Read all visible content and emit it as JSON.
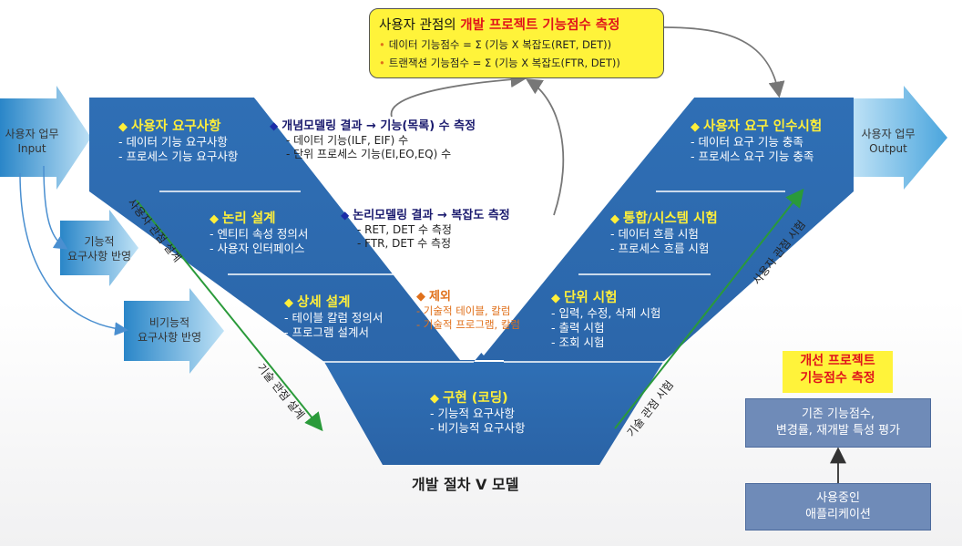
{
  "callout": {
    "title_prefix": "사용자 관점의 ",
    "title_emph": "개발 프로젝트 기능점수 측정",
    "bullets": [
      "데이터 기능점수 =  Σ (기능 X 복잡도(RET, DET))",
      "트랜잭션 기능점수 = Σ (기능 X 복잡도(FTR, DET))"
    ]
  },
  "input": {
    "line1": "사용자 업무",
    "line2": "Input"
  },
  "output": {
    "line1": "사용자 업무",
    "line2": "Output"
  },
  "side_arrows": {
    "functional": {
      "line1": "기능적",
      "line2": "요구사항 반영"
    },
    "nonfunctional": {
      "line1": "비기능적",
      "line2": "요구사항 반영"
    }
  },
  "left_stages": [
    {
      "title": "사용자 요구사항",
      "items": [
        "- 데이터 기능 요구사항",
        "- 프로세스 기능 요구사항"
      ]
    },
    {
      "title": "논리 설계",
      "items": [
        "- 엔티티 속성 정의서",
        "- 사용자 인터페이스"
      ]
    },
    {
      "title": "상세 설계",
      "items": [
        "- 테이블 칼럼 정의서",
        "- 프로그램 설계서"
      ]
    }
  ],
  "bottom_stage": {
    "title": "구현 (코딩)",
    "items": [
      "- 기능적 요구사항",
      "- 비기능적 요구사항"
    ]
  },
  "right_stages": [
    {
      "title": "사용자 요구 인수시험",
      "items": [
        "- 데이터 요구 기능 충족",
        "- 프로세스 요구 기능 충족"
      ]
    },
    {
      "title": "통합/시스템 시험",
      "items": [
        "- 데이터 흐름 시험",
        "- 프로세스 흐름 시험"
      ]
    },
    {
      "title": "단위 시험",
      "items": [
        "- 입력, 수정, 삭제 시험",
        "- 출력 시험",
        "- 조회 시험"
      ]
    }
  ],
  "middle_notes": {
    "conceptual": {
      "title": "개념모델링 결과 → 기능(목록) 수 측정",
      "items": [
        "- 데이터 기능(ILF, EIF) 수",
        "- 단위 프로세스 기능(EI,EO,EQ) 수"
      ]
    },
    "logical": {
      "title": "논리모델링 결과 → 복잡도 측정",
      "items": [
        "- RET, DET 수 측정",
        "- FTR, DET 수 측정"
      ]
    },
    "excluded": {
      "title": "제외",
      "items": [
        "- 기술적 테이블, 칼럼",
        "- 기술적 프로그램, 칼럼"
      ]
    }
  },
  "diagonal_labels": {
    "left_upper": "사용자 관점 설계",
    "left_lower": "기술 관점 설계",
    "right_upper": "사용자 관점 시험",
    "right_lower": "기술 관점 시험"
  },
  "v_model_title": "개발 절차 V 모델",
  "improvement": {
    "title_line1": "개선 프로젝트",
    "title_line2": "기능점수 측정",
    "eval_line1": "기존 기능점수,",
    "eval_line2": "변경률, 재개발 특성 평가",
    "app_line1": "사용중인",
    "app_line2": "애플리케이션"
  },
  "colors": {
    "v_fill": "#2e6db3",
    "arrow_fill": "#4aa5dd",
    "callout_bg": "#fff33a",
    "emphasis_red": "#e0121a",
    "stage_title_yellow": "#ffef3a",
    "excluded_orange": "#e0701b",
    "guide_green": "#2a9a3a"
  },
  "icons": [
    "diamond-bullet-icon",
    "arrow-right-icon",
    "arrow-up-icon"
  ]
}
